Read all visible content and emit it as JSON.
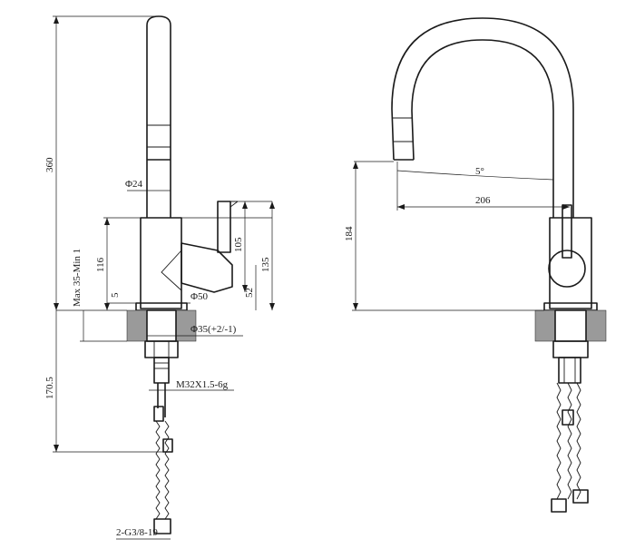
{
  "diagram": {
    "left_view": {
      "labels": {
        "height_total": "360",
        "spout_diameter": "Φ24",
        "handle_height": "105",
        "body_height": "116",
        "overall_body": "135",
        "lever_offset": "52",
        "base_diameter": "Φ50",
        "gap_5": "5",
        "deck_thickness": "Max 35-Min 1",
        "hole_diameter": "Φ35(+2/-1)",
        "below_deck": "170.5",
        "thread": "M32X1.5-6g",
        "hose_thread": "2-G3/8-19"
      }
    },
    "right_view": {
      "labels": {
        "angle": "5°",
        "reach": "206",
        "height_under_spout": "184"
      }
    },
    "colors": {
      "line": "#1a1a1a",
      "stone": "#9a9a9a",
      "background": "#ffffff"
    }
  }
}
